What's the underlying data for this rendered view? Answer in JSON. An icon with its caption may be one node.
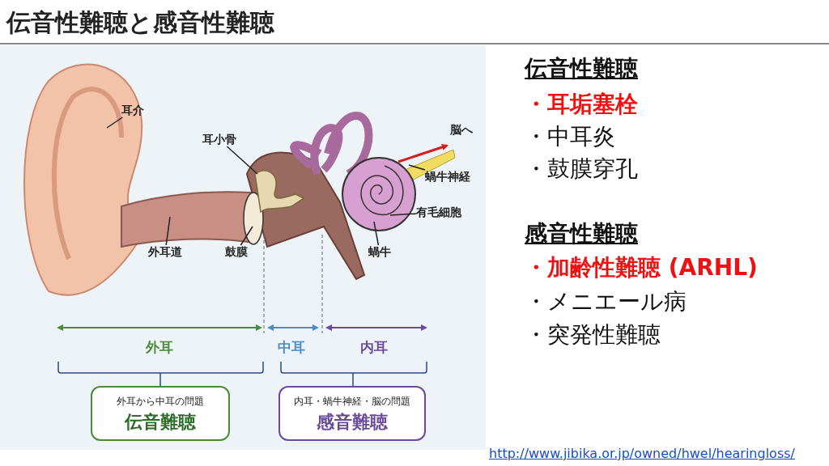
{
  "diagram": {
    "title": "伝音性難聴と感音性難聴",
    "nodes": [
      {
        "text": [
          "外耳から中耳の問題",
          "伝音難聴"
        ]
      },
      {
        "text": [
          "内耳・蝸牛神経・脳の問題",
          "感音難聴"
        ]
      },
      {
        "text": [
          "耳介"
        ]
      },
      {
        "text": [
          "耳小骨"
        ]
      },
      {
        "text": [
          "外耳道"
        ]
      },
      {
        "text": [
          "鼓膜"
        ]
      },
      {
        "text": [
          "蝸牛神経"
        ]
      },
      {
        "text": [
          "有毛細胞"
        ]
      },
      {
        "text": [
          "蝸牛"
        ]
      }
    ],
    "edges": [
      {
        "from": 2,
        "to": null,
        "arrow": "none"
      },
      {
        "from": 3,
        "to": null,
        "arrow": "none"
      },
      {
        "from": 4,
        "to": null,
        "arrow": "none"
      },
      {
        "from": 5,
        "to": null,
        "arrow": "none"
      },
      {
        "from": 6,
        "to": null,
        "arrow": "none"
      },
      {
        "from": 7,
        "to": null,
        "arrow": "none"
      },
      {
        "from": 8,
        "to": null,
        "arrow": "none"
      }
    ],
    "labels": [
      "伝音性難聴",
      "・耳垢塞栓",
      "・中耳炎",
      "・鼓膜穿孔",
      "感音性難聴",
      "・加齢性難聴 (ARHL)",
      "・メニエール病",
      "・突発性難聴",
      "脳へ",
      "外耳",
      "中耳",
      "内耳",
      "http://www.jibika.or.jp/owned/hwel/hearingloss/"
    ]
  }
}
